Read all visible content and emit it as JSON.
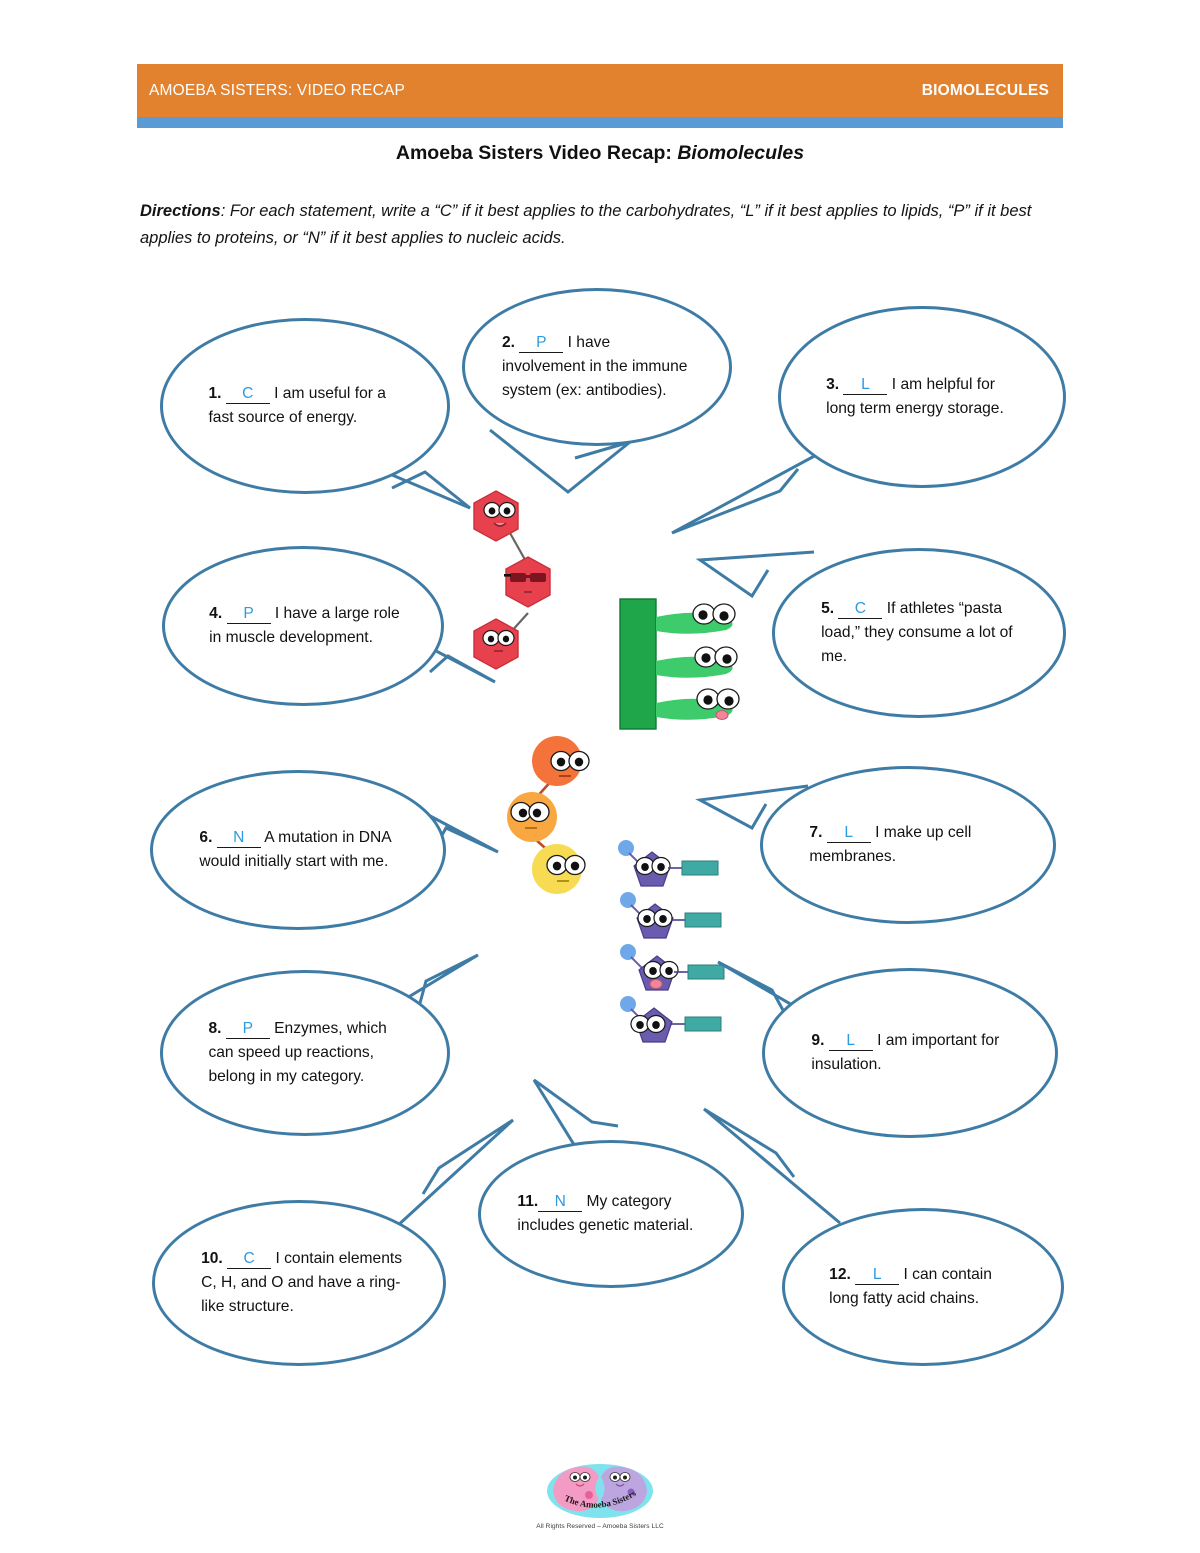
{
  "header": {
    "left_label": "AMOEBA SISTERS: VIDEO RECAP",
    "right_label": "BIOMOLECULES",
    "bar_color": "#E2822F",
    "rule_color": "#5B9BD5"
  },
  "title": {
    "prefix": "Amoeba Sisters Video Recap: ",
    "emphasis": "Biomolecules"
  },
  "directions": {
    "label": "Directions",
    "text": ": For each statement, write a “C” if it best applies to the carbohydrates, “L” if it best applies to lipids, “P” if it best applies to proteins, or “N” if it best applies to nucleic acids."
  },
  "answer_key": {
    "C": "carbohydrates",
    "L": "lipids",
    "P": "proteins",
    "N": "nucleic acids"
  },
  "colors": {
    "bubble_border": "#3E7CA6",
    "answer_ink": "#2E9BE0",
    "carbohydrate": "#E8414E",
    "lipid": "#1FA54A",
    "lipid_tail": "#3ECB6B",
    "protein_1": "#F4733A",
    "protein_2": "#F9A741",
    "protein_3": "#F7DB52",
    "nucleotide_sugar": "#6A5BAE",
    "nucleotide_phosphate": "#6FA8E8",
    "nucleotide_base": "#3FA9A3"
  },
  "questions": [
    {
      "id": 1,
      "number": "1.",
      "answer": "C",
      "text": " I am useful for a fast source of energy."
    },
    {
      "id": 2,
      "number": "2.",
      "answer": "P",
      "text": " I have involvement in the immune system (ex: antibodies)."
    },
    {
      "id": 3,
      "number": "3.",
      "answer": "L",
      "text": " I am helpful for long term energy storage."
    },
    {
      "id": 4,
      "number": "4.",
      "answer": "P",
      "text": " I have a large role in muscle development."
    },
    {
      "id": 5,
      "number": "5.",
      "answer": "C",
      "text": " If athletes “pasta load,” they consume a lot of me."
    },
    {
      "id": 6,
      "number": "6.",
      "answer": "N",
      "text": " A mutation in DNA would initially start with me."
    },
    {
      "id": 7,
      "number": "7.",
      "answer": "L",
      "text": " I make up cell membranes."
    },
    {
      "id": 8,
      "number": "8.",
      "answer": "P",
      "text": " Enzymes, which can speed up reactions, belong in my category."
    },
    {
      "id": 9,
      "number": "9.",
      "answer": "L",
      "text": " I am important for insulation."
    },
    {
      "id": 10,
      "number": "10.",
      "answer": "C",
      "text": " I contain elements C, H, and O and have a ring-like structure."
    },
    {
      "id": 11,
      "number": "11.",
      "answer": "N",
      "text": " My category includes genetic material."
    },
    {
      "id": 12,
      "number": "12.",
      "answer": "L",
      "text": " I can contain long fatty acid chains."
    }
  ],
  "artwork": [
    {
      "name": "carbohydrate-hexagon-chain",
      "description": "Three red hexagon monosaccharide characters linked in a chain; middle one wears dark sunglasses"
    },
    {
      "name": "lipid-triglyceride",
      "description": "Green glycerol bar with three green fatty acid tail characters with eyes"
    },
    {
      "name": "protein-amino-acid-chain",
      "description": "Three round amino acid characters in orange, amber and yellow linked in a chain"
    },
    {
      "name": "nucleic-acid-nucleotide-chain",
      "description": "Four purple pentagon sugar characters with blue phosphate circles and teal nitrogenous base bars"
    }
  ],
  "footer": {
    "logo_name": "amoeba-sisters-logo",
    "logo_text": "The Amoeba Sisters",
    "copyright": "All Rights Reserved – Amoeba Sisters LLC"
  }
}
